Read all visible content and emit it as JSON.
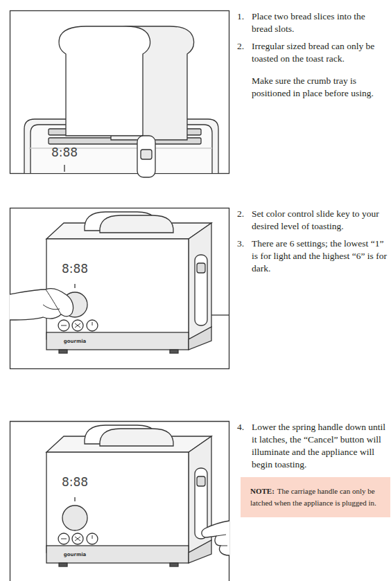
{
  "diagram": {
    "nodes": [
      {
        "text": [
          "NOTE:",
          "The carriage handle can only be latched when the appliance is plugged in."
        ]
      }
    ],
    "labels": [
      "8:88",
      "1.",
      "Place two bread slices into the bread slots.",
      "2.",
      "Irregular sized bread can only be toasted on the toast rack.",
      "Make sure the crumb tray is positioned in place before using.",
      "8:88",
      "gourmia",
      "2.",
      "Set color control slide key to your desired level of toasting.",
      "3.",
      "There are 6 settings; the lowest “1” is for light and the highest “6” is for dark.",
      "8:88",
      "gourmia",
      "4.",
      "Lower the spring handle down until it latches, the “Cancel” button will illuminate and the appliance will begin toasting."
    ]
  }
}
